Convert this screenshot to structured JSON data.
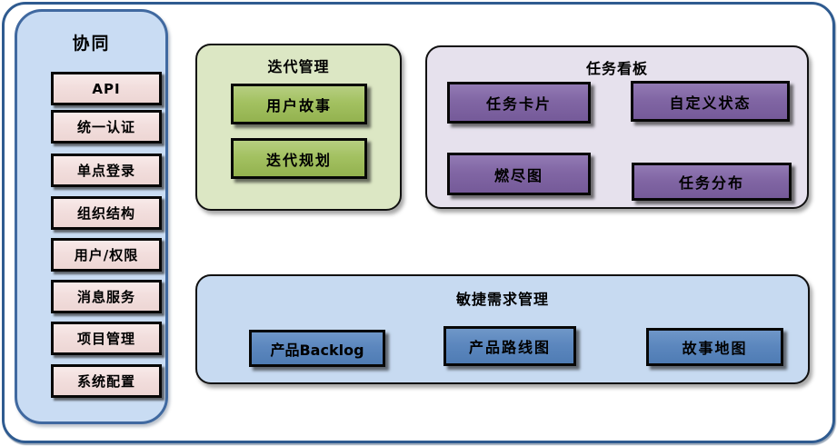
{
  "sidebar": {
    "title": "协同",
    "items": [
      {
        "label": "API"
      },
      {
        "label": "统一认证"
      },
      {
        "label": "单点登录"
      },
      {
        "label": "组织结构"
      },
      {
        "label": "用户/权限"
      },
      {
        "label": "消息服务"
      },
      {
        "label": "项目管理"
      },
      {
        "label": "系统配置"
      }
    ]
  },
  "groups": {
    "iteration": {
      "title": "迭代管理",
      "items": [
        {
          "label": "用户故事"
        },
        {
          "label": "迭代规划"
        }
      ]
    },
    "kanban": {
      "title": "任务看板",
      "items": [
        {
          "label": "任务卡片"
        },
        {
          "label": "自定义状态"
        },
        {
          "label": "燃尽图"
        },
        {
          "label": "任务分布"
        }
      ]
    },
    "requirements": {
      "title": "敏捷需求管理",
      "items": [
        {
          "label": "产品Backlog"
        },
        {
          "label": "产品路线图"
        },
        {
          "label": "故事地图"
        }
      ]
    }
  },
  "colors": {
    "frame_border": "#2F5B90",
    "sidebar_fill": "#C9DCF3",
    "sidebar_border": "#4069A0",
    "sidebar_item_fill": "#F2DEDD",
    "iteration_fill": "#DCE7C4",
    "iteration_item_fill": "#A3C161",
    "kanban_fill": "#E6E1ED",
    "kanban_item_fill": "#8166A4",
    "requirements_fill": "#C7DAF1",
    "requirements_item_fill": "#5C87BE",
    "box_border": "#000000"
  }
}
